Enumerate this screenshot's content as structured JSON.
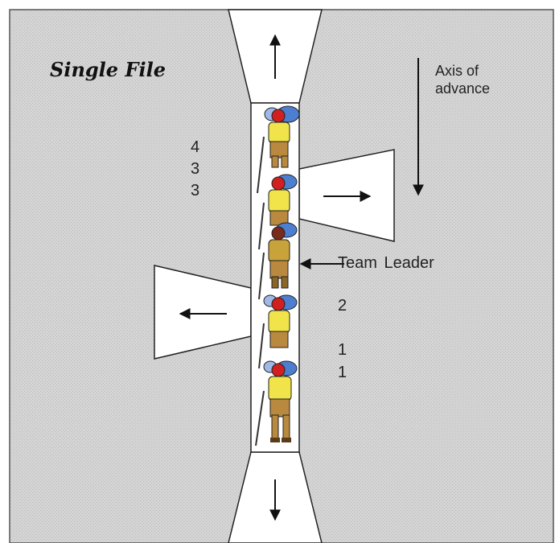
{
  "title": "Single File",
  "axis_label": {
    "line1": "Axis of",
    "line2": "advance"
  },
  "team_leader_label": "Team Leader",
  "left_positions": [
    "4",
    "3",
    "3"
  ],
  "right_positions": [
    "2",
    "1",
    "1"
  ],
  "colors": {
    "background": "#d2d2d2",
    "sector_fill": "#ffffff",
    "line": "#111111",
    "helmet": "#d22020",
    "shirt": "#f0e44a",
    "pants": "#b8893e",
    "pack": "#4d7fd0"
  },
  "hiker_count": 5
}
